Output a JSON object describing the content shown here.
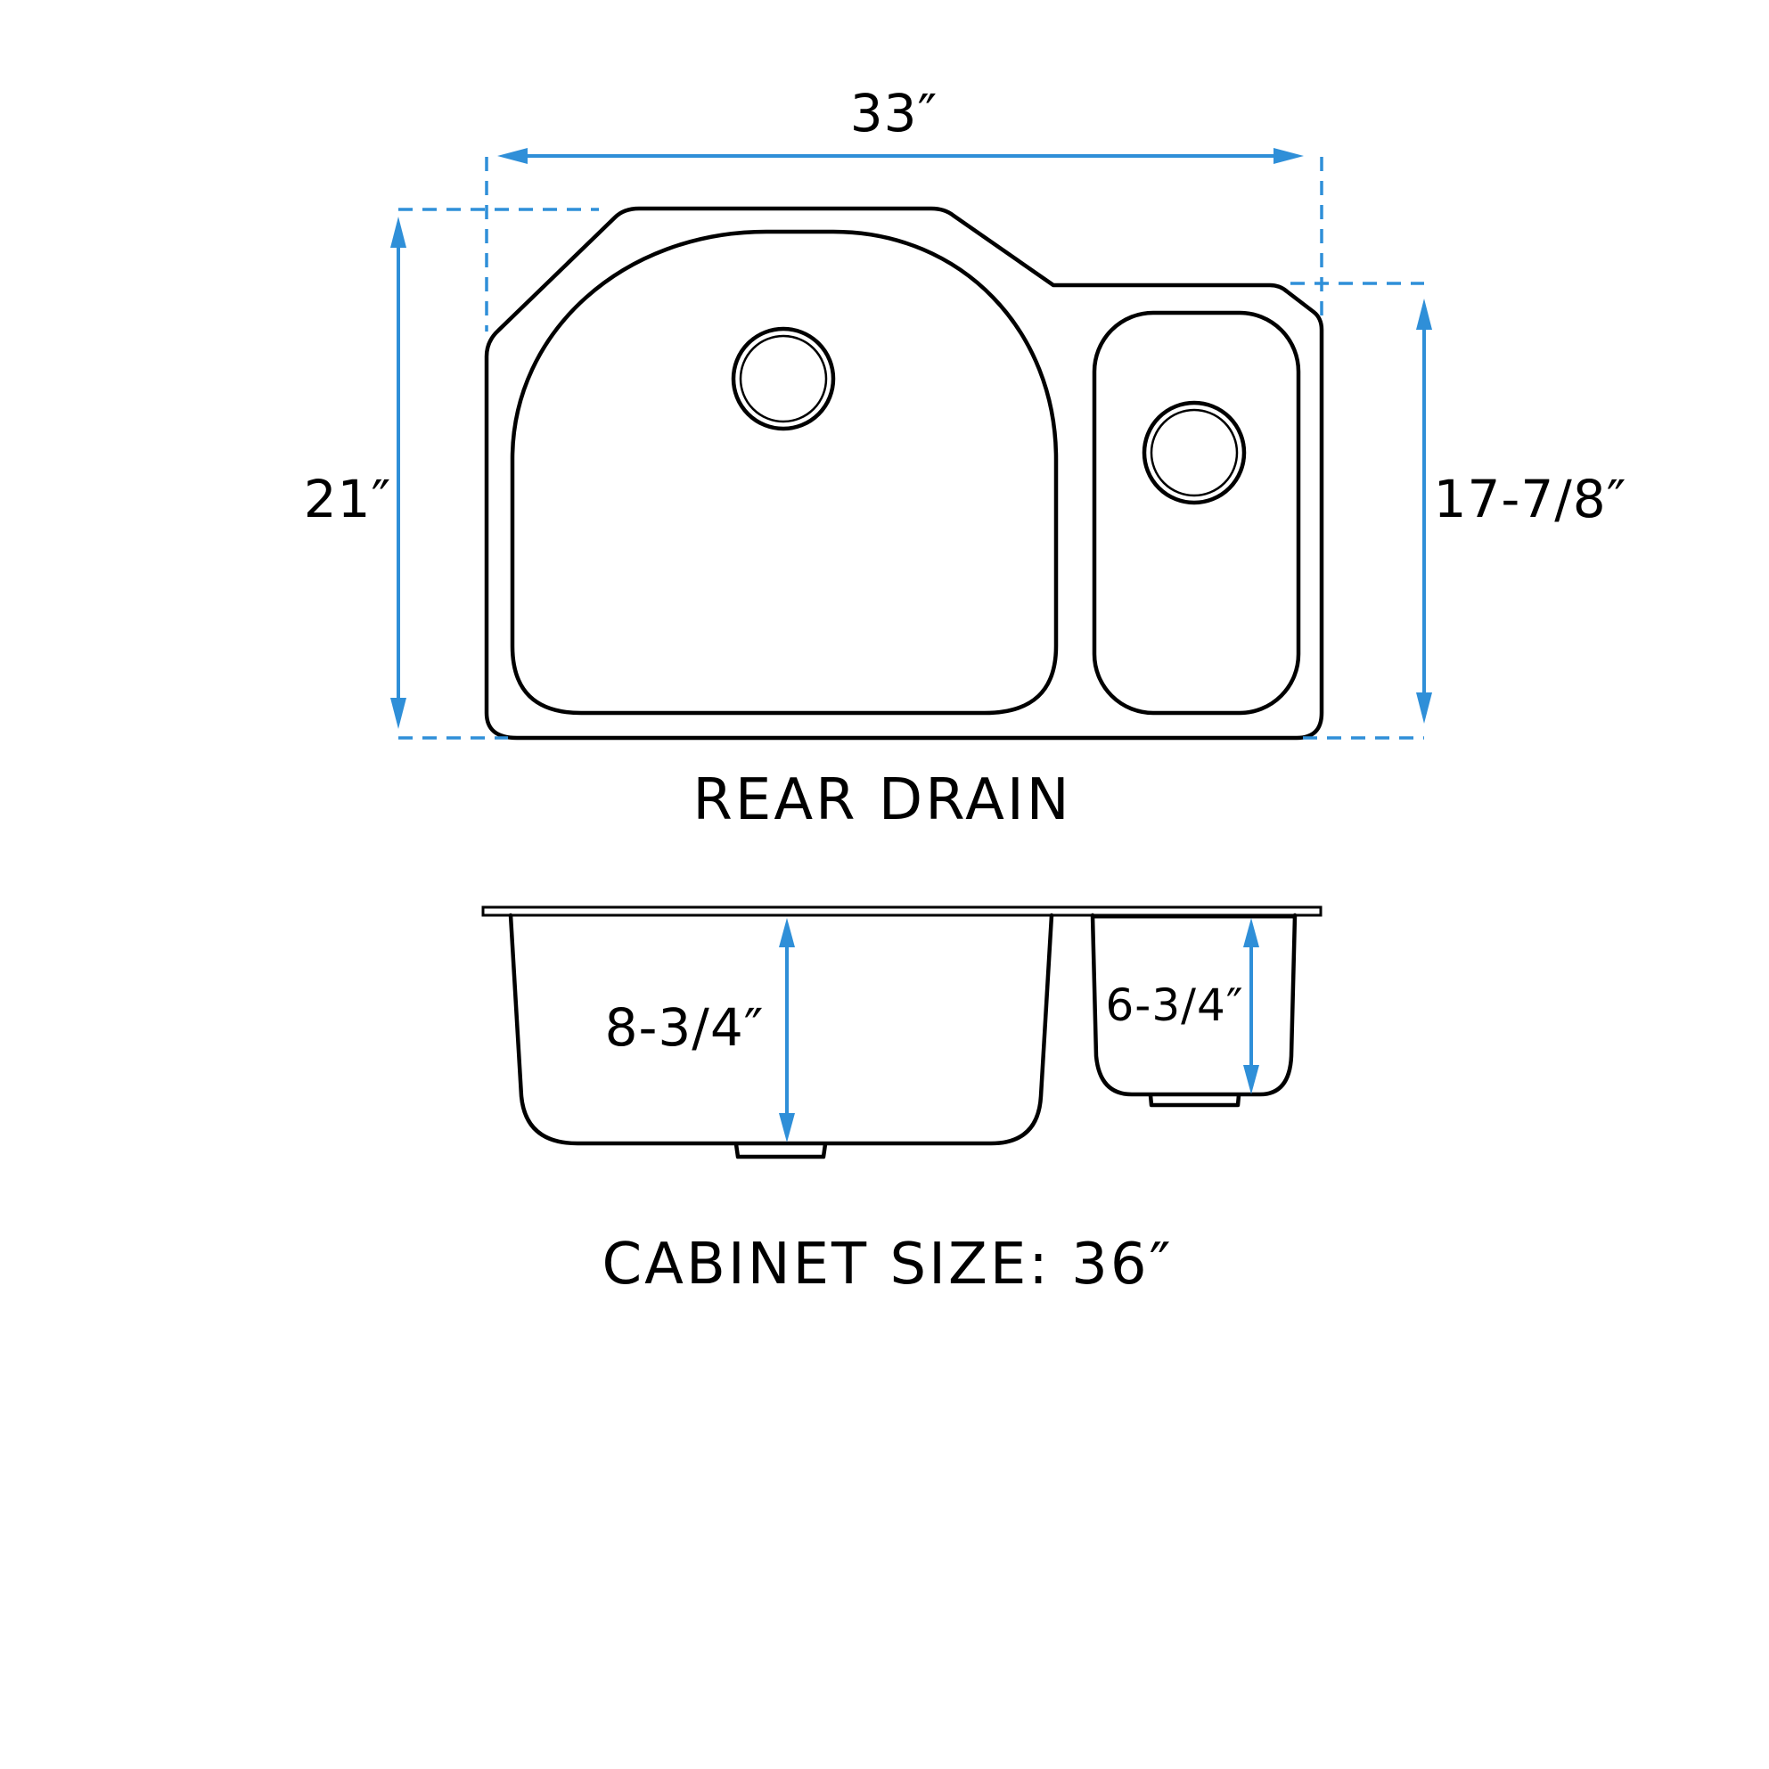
{
  "colors": {
    "dimension": "#2f8fd8",
    "outline": "#000000",
    "background": "#ffffff"
  },
  "top_view": {
    "width_label": "33″",
    "height_label": "21″",
    "small_bowl_height_label": "17-7/8″",
    "caption": "REAR DRAIN",
    "drains": [
      {
        "name": "main-bowl-drain"
      },
      {
        "name": "small-bowl-drain"
      }
    ]
  },
  "side_view": {
    "main_bowl_depth_label": "8-3/4″",
    "small_bowl_depth_label": "6-3/4″"
  },
  "footer": {
    "cabinet_size": "CABINET SIZE: 36″"
  }
}
